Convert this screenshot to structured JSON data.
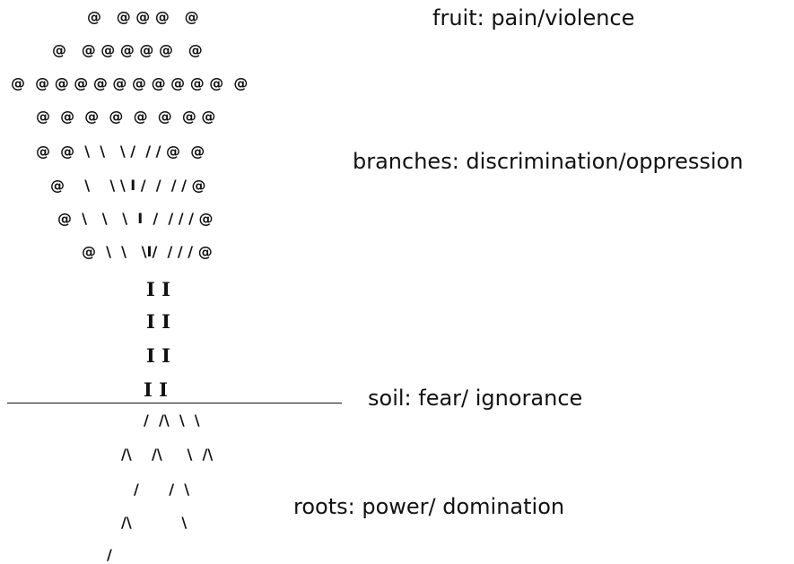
{
  "fruit": {
    "rows": [
      "@   @ @ @   @",
      "@   @ @ @ @ @   @",
      "@  @ @ @ @ @ @ @ @ @ @  @",
      "@  @  @  @  @  @  @ @",
      "@  @  \\  \\   \\ /  / / @  @"
    ],
    "label": "fruit: pain/violence"
  },
  "branches": {
    "rows": [
      "@    \\    \\ \\ I /  /  / / @",
      "@  \\   \\   \\  I  /  / / / @",
      "@  \\  \\   \\I/  / / / @"
    ],
    "label": "branches: discrimination/oppression"
  },
  "trunk": {
    "rows": [
      "I I",
      "I I",
      "I I",
      "I I"
    ]
  },
  "soil": {
    "label": "soil: fear/ ignorance"
  },
  "roots": {
    "rows": [
      "/  /\\  \\  \\",
      "/\\    /\\     \\  /\\",
      "/      /  \\",
      "/\\          \\",
      "/"
    ],
    "label": "roots: power/ domination"
  }
}
